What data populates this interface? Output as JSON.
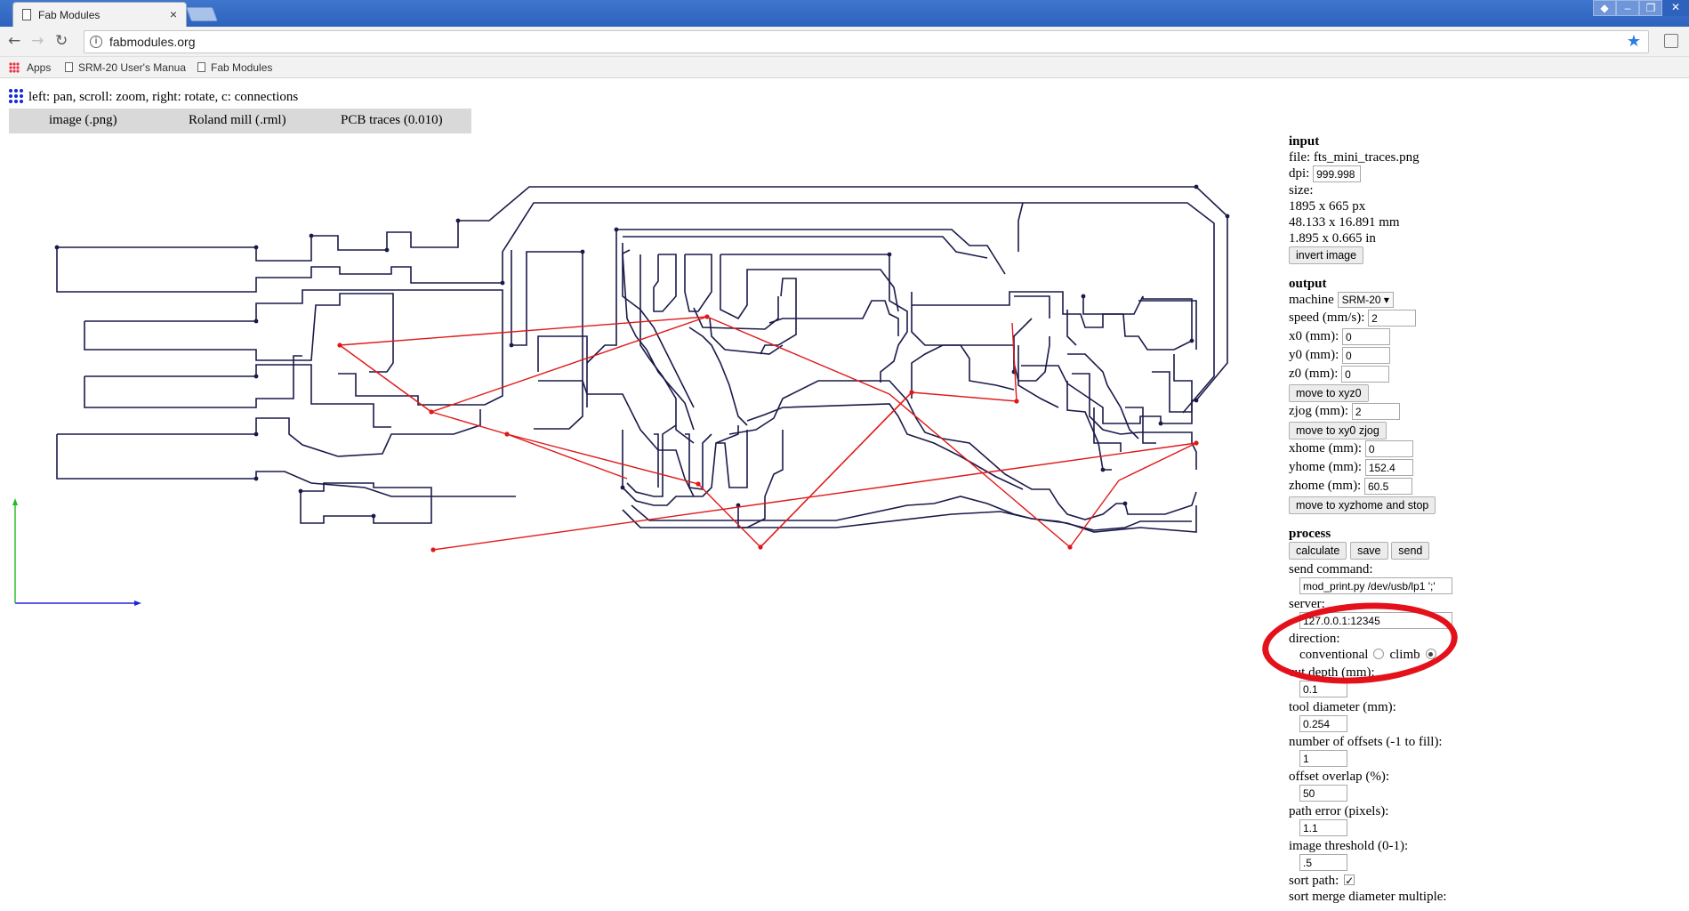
{
  "browser": {
    "tab_title": "Fab Modules",
    "tab_close": "×",
    "url": "fabmodules.org",
    "bookmarks": [
      "Apps",
      "SRM-20 User's Manua",
      "Fab Modules"
    ]
  },
  "page": {
    "hint": "left: pan, scroll: zoom, right: rotate, c: connections",
    "menu": [
      "image (.png)",
      "Roland mill (.rml)",
      "PCB traces (0.010)"
    ]
  },
  "input": {
    "heading": "input",
    "file": "file: fts_mini_traces.png",
    "dpi_label": "dpi:",
    "dpi": "999.998",
    "size_label": "size:",
    "size_px": "1895 x 665 px",
    "size_mm": "48.133 x 16.891 mm",
    "size_in": "1.895 x 0.665 in",
    "invert_btn": "invert image"
  },
  "output": {
    "heading": "output",
    "machine_label": "machine",
    "machine": "SRM-20",
    "speed_label": "speed (mm/s):",
    "speed": "2",
    "x0_label": "x0 (mm):",
    "x0": "0",
    "y0_label": "y0 (mm):",
    "y0": "0",
    "z0_label": "z0 (mm):",
    "z0": "0",
    "move_xyz0_btn": "move to xyz0",
    "zjog_label": "zjog (mm):",
    "zjog": "2",
    "move_xy0_btn": "move to xy0 zjog",
    "xhome_label": "xhome (mm):",
    "xhome": "0",
    "yhome_label": "yhome (mm):",
    "yhome": "152.4",
    "zhome_label": "zhome (mm):",
    "zhome": "60.5",
    "move_home_btn": "move to xyzhome and stop"
  },
  "process": {
    "heading": "process",
    "calculate_btn": "calculate",
    "save_btn": "save",
    "send_btn": "send",
    "send_command_label": "send command:",
    "send_command": "mod_print.py /dev/usb/lp1 ';'",
    "server_label": "server:",
    "server": "127.0.0.1:12345",
    "direction_label": "direction:",
    "conventional_label": "conventional",
    "climb_label": "climb",
    "cut_depth_label": "cut depth (mm):",
    "cut_depth": "0.1",
    "tool_diameter_label": "tool diameter (mm):",
    "tool_diameter": "0.254",
    "offsets_label": "number of offsets (-1 to fill):",
    "offsets": "1",
    "overlap_label": "offset overlap (%):",
    "overlap": "50",
    "path_error_label": "path error (pixels):",
    "path_error": "1.1",
    "threshold_label": "image threshold (0-1):",
    "threshold": ".5",
    "sort_path_label": "sort path:",
    "sort_merge_label": "sort merge diameter multiple:"
  },
  "colors": {
    "toolpath": "#1a1a4a",
    "connections": "#e01818",
    "axis_x": "#2222dd",
    "axis_y": "#22bb22",
    "highlight": "#e4101a"
  }
}
